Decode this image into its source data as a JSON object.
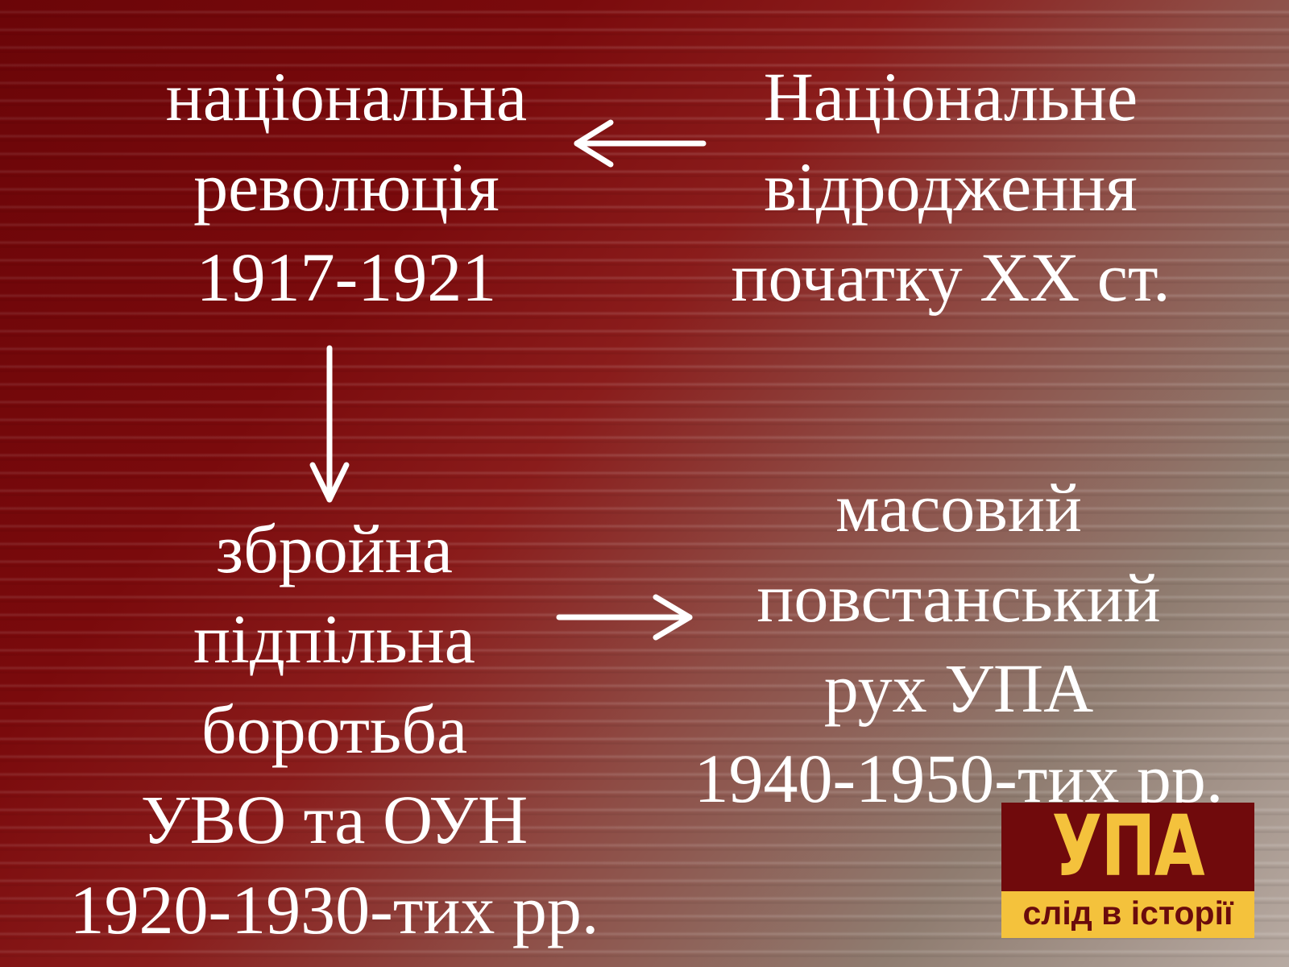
{
  "colors": {
    "background_dark": "#700a0c",
    "background_light": "#b7aaa2",
    "text": "#ffffff",
    "logo_yellow": "#f4c23c",
    "logo_red": "#700a0c"
  },
  "nodes": {
    "revolution": {
      "lines": [
        "національна",
        "революція",
        "1917-1921"
      ]
    },
    "revival": {
      "lines": [
        "Національне",
        "відродження",
        "початку ХХ ст."
      ]
    },
    "underground": {
      "lines": [
        "збройна",
        "підпільна",
        "боротьба",
        "УВО та ОУН",
        "1920-1930-тих рр."
      ]
    },
    "upa_movement": {
      "lines": [
        "масовий",
        "повстанський",
        "рух УПА",
        "1940-1950-тих рр."
      ]
    }
  },
  "edges": [
    {
      "from": "revival",
      "to": "revolution",
      "direction": "left"
    },
    {
      "from": "revolution",
      "to": "underground",
      "direction": "down"
    },
    {
      "from": "underground",
      "to": "upa_movement",
      "direction": "right"
    }
  ],
  "logo": {
    "title": "УПА",
    "caption": "слід в історії"
  }
}
